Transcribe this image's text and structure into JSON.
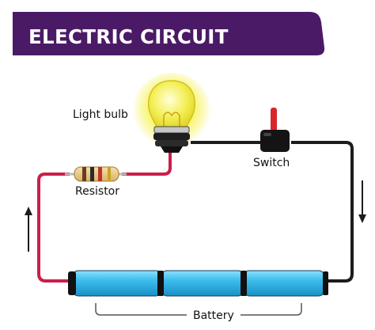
{
  "title": "ELECTRIC CIRCUIT",
  "labels": {
    "light_bulb": "Light bulb",
    "switch": "Switch",
    "resistor": "Resistor",
    "battery": "Battery"
  },
  "colors": {
    "title_bg": "#4b1a66",
    "title_text": "#ffffff",
    "wire_dark": "#1c1c1c",
    "wire_red": "#cc1d4a",
    "battery_blue": "#33b6e8",
    "bulb_glow": "#f3ef2a",
    "switch_toggle": "#d8262b"
  },
  "icons": {
    "current_up": "arrow-up-icon",
    "current_down": "arrow-down-icon"
  }
}
